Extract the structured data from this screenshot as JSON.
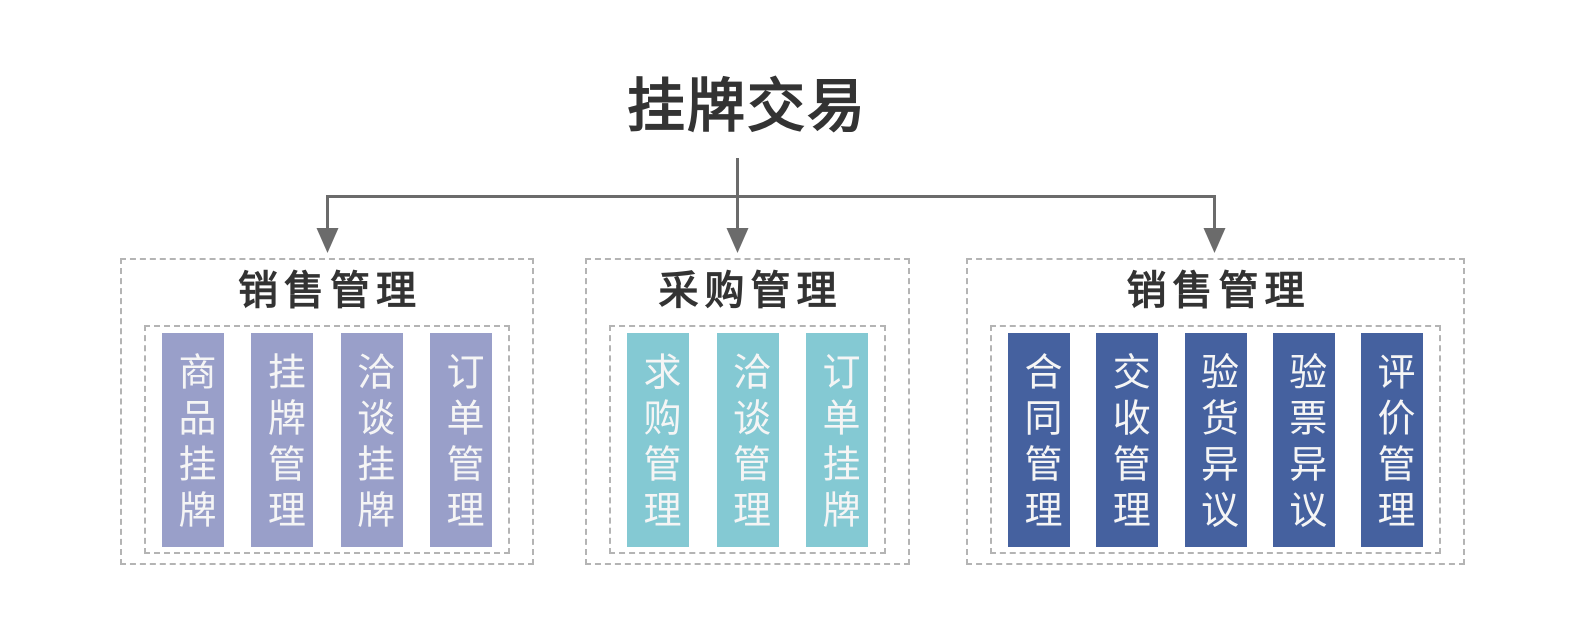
{
  "title": "挂牌交易",
  "connector": {
    "color": "#6b6b6b"
  },
  "style": {
    "dash_border": "#b4b4b4",
    "heading_ink": "#333333",
    "bar_text": "#f5f5f5",
    "background": "#ffffff"
  },
  "groups": [
    {
      "header": "销售管理",
      "color": "#999fc9",
      "items": [
        "商品挂牌",
        "挂牌管理",
        "洽谈挂牌",
        "订单管理"
      ]
    },
    {
      "header": "采购管理",
      "color": "#84c9d3",
      "items": [
        "求购管理",
        "洽谈管理",
        "订单挂牌"
      ]
    },
    {
      "header": "销售管理",
      "color": "#45619f",
      "items": [
        "合同管理",
        "交收管理",
        "验货异议",
        "验票异议",
        "评价管理"
      ]
    }
  ]
}
